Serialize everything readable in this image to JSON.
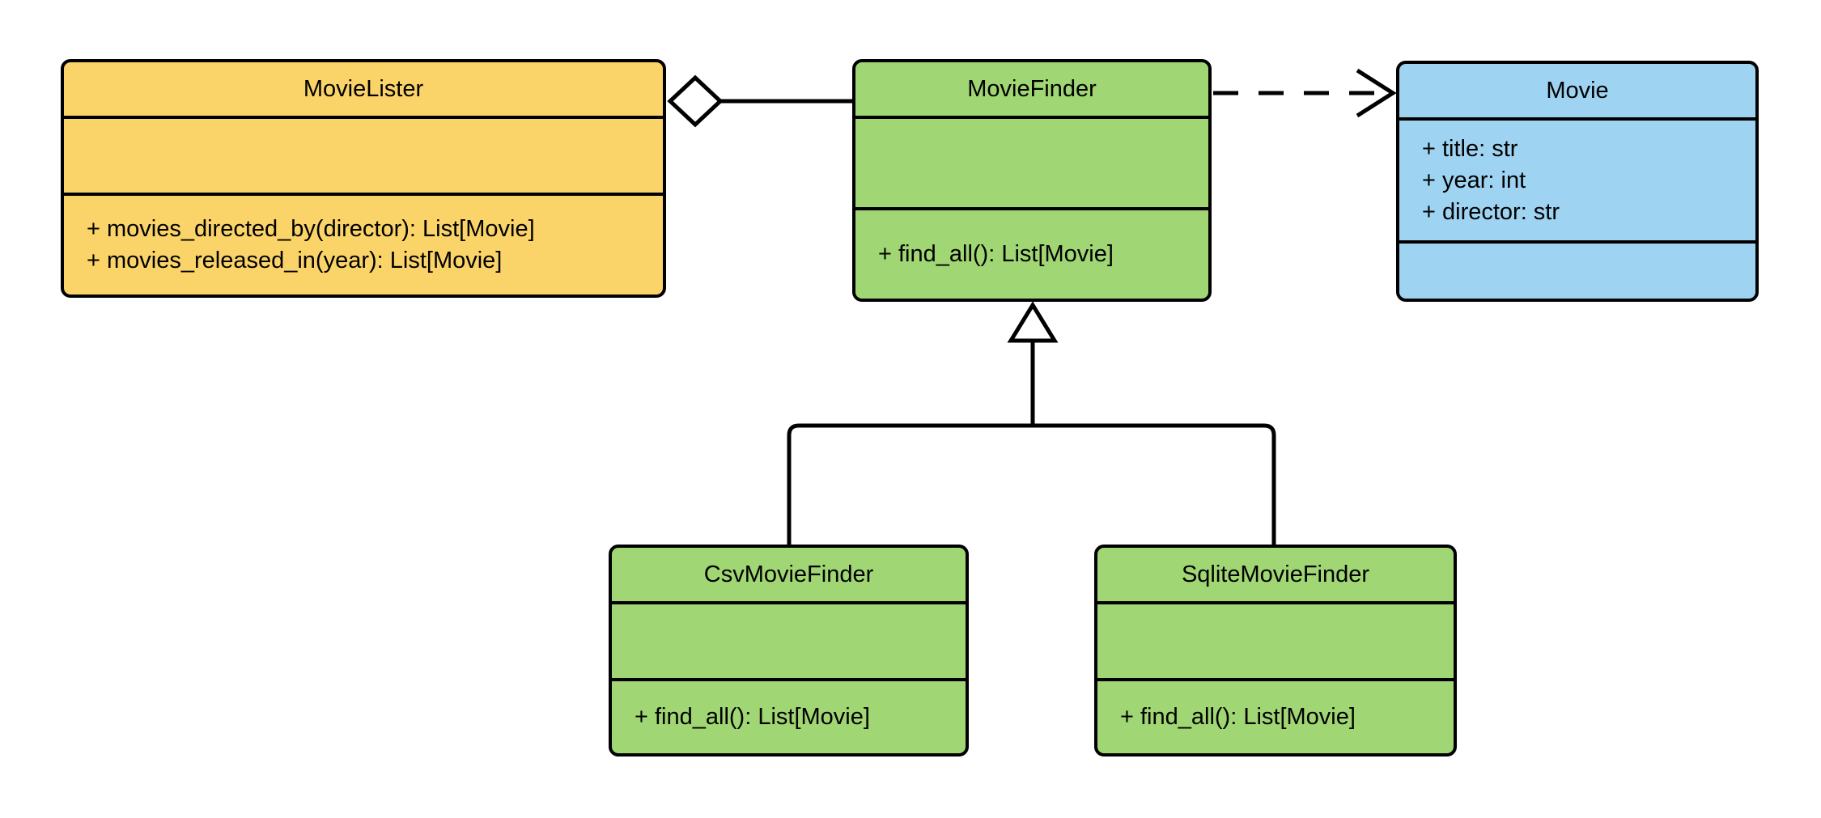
{
  "diagram": {
    "type": "uml-class-diagram",
    "classes": [
      {
        "name": "MovieLister",
        "attributes": [],
        "methods": [
          "+ movies_directed_by(director): List[Movie]",
          "+ movies_released_in(year): List[Movie]"
        ],
        "fill": "#FBD469"
      },
      {
        "name": "MovieFinder",
        "attributes": [],
        "methods": [
          "+ find_all(): List[Movie]"
        ],
        "fill": "#A0D673"
      },
      {
        "name": "Movie",
        "attributes": [
          "+ title: str",
          "+ year: int",
          "+ director: str"
        ],
        "methods": [],
        "fill": "#9ED3F2"
      },
      {
        "name": "CsvMovieFinder",
        "attributes": [],
        "methods": [
          "+ find_all(): List[Movie]"
        ],
        "fill": "#A0D673"
      },
      {
        "name": "SqliteMovieFinder",
        "attributes": [],
        "methods": [
          "+ find_all(): List[Movie]"
        ],
        "fill": "#A0D673"
      }
    ],
    "relationships": [
      {
        "type": "aggregation",
        "from": "MovieLister",
        "to": "MovieFinder"
      },
      {
        "type": "dependency",
        "from": "MovieFinder",
        "to": "Movie"
      },
      {
        "type": "inheritance",
        "from": "CsvMovieFinder",
        "to": "MovieFinder"
      },
      {
        "type": "inheritance",
        "from": "SqliteMovieFinder",
        "to": "MovieFinder"
      }
    ],
    "colors": {
      "line": "#000000",
      "background": "#FFFFFF",
      "text": "#000000"
    }
  }
}
